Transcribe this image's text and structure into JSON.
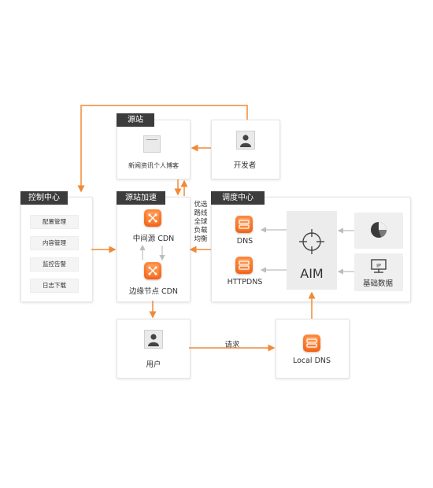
{
  "origin": {
    "title": "源站",
    "item_label": "新闻资讯个人博客"
  },
  "developer": {
    "label": "开发者"
  },
  "control": {
    "title": "控制中心",
    "items": [
      "配置管理",
      "内容管理",
      "监控告警",
      "日志下载"
    ]
  },
  "accel": {
    "title": "源站加速",
    "origin_cdn": "中间源 CDN",
    "edge_cdn": "边缘节点 CDN"
  },
  "route_note": [
    "优选",
    "路线",
    "全球",
    "负载",
    "均衡"
  ],
  "dispatch": {
    "title": "调度中心",
    "dns": "DNS",
    "httpdns": "HTTPDNS",
    "aim": "AIM",
    "basic_data": "基础数据"
  },
  "user": {
    "label": "用户"
  },
  "request_label": "请求",
  "local_dns": {
    "label": "Local DNS"
  },
  "icons": {
    "window": "browser-window-icon",
    "person": "person-icon",
    "cdn": "cdn-hub-icon",
    "dns": "dns-server-icon",
    "target": "crosshair-target-icon",
    "pie": "pie-chart-icon",
    "ip": "ip-monitor-icon"
  },
  "colors": {
    "accent": "#f08a38",
    "gray_arrow": "#bdbdbd",
    "header": "#3c3c3c"
  }
}
